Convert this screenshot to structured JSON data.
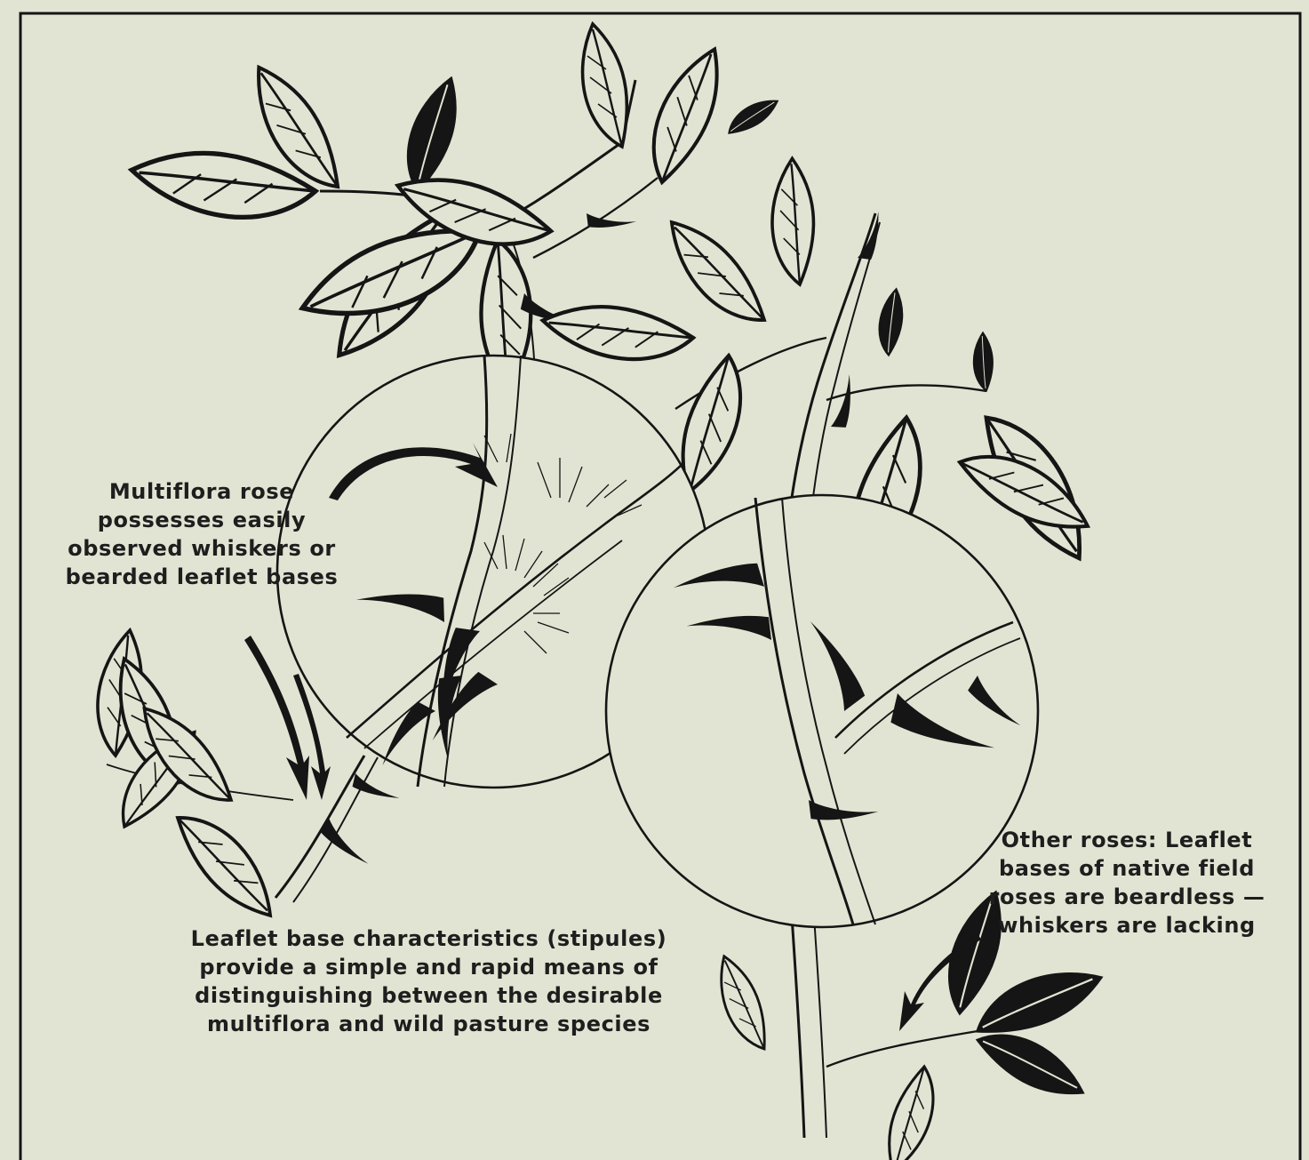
{
  "labels": {
    "multiflora": [
      "Multiflora rose",
      "possesses easily",
      "observed whiskers or",
      "bearded leaflet bases"
    ],
    "stipules": [
      "Leaflet base characteristics (stipules)",
      "provide a simple and rapid means of",
      "distinguishing between the desirable",
      "multiflora and wild pasture species"
    ],
    "other_roses": [
      "Other roses: Leaflet",
      "bases of native field",
      "roses are beardless —",
      "whiskers are lacking"
    ]
  }
}
